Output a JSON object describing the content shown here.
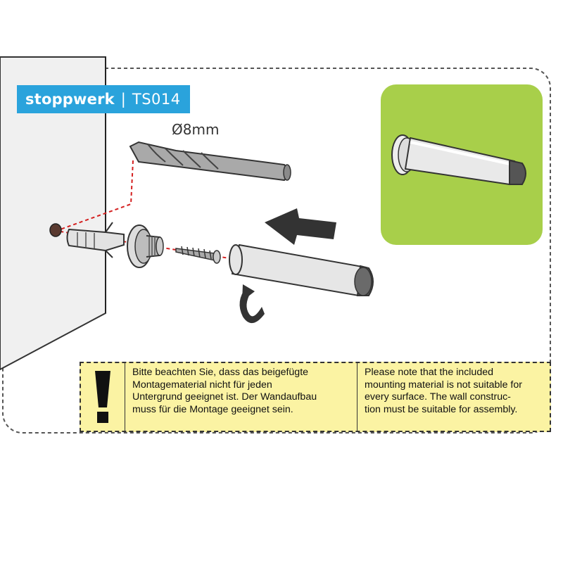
{
  "header": {
    "brand": "stoppwerk",
    "separator": "|",
    "model": "TS014"
  },
  "drill": {
    "size_label": "Ø8mm"
  },
  "notice": {
    "icon": "exclamation-icon",
    "text_de": "Bitte beachten Sie, dass das beigefügte\nMontagematerial nicht für jeden\nUntergrund geeignet ist. Der Wandaufbau\nmuss für die Montage geeignet sein.",
    "text_en": "Please note that the included\nmounting material is not suitable for\nevery surface. The wall construc-\ntion must be suitable for assembly."
  },
  "colors": {
    "header_bg": "#2aa3dc",
    "preview_bg": "#a8cf4a",
    "notice_bg": "#fbf3a3",
    "guide_line": "#d42020"
  }
}
